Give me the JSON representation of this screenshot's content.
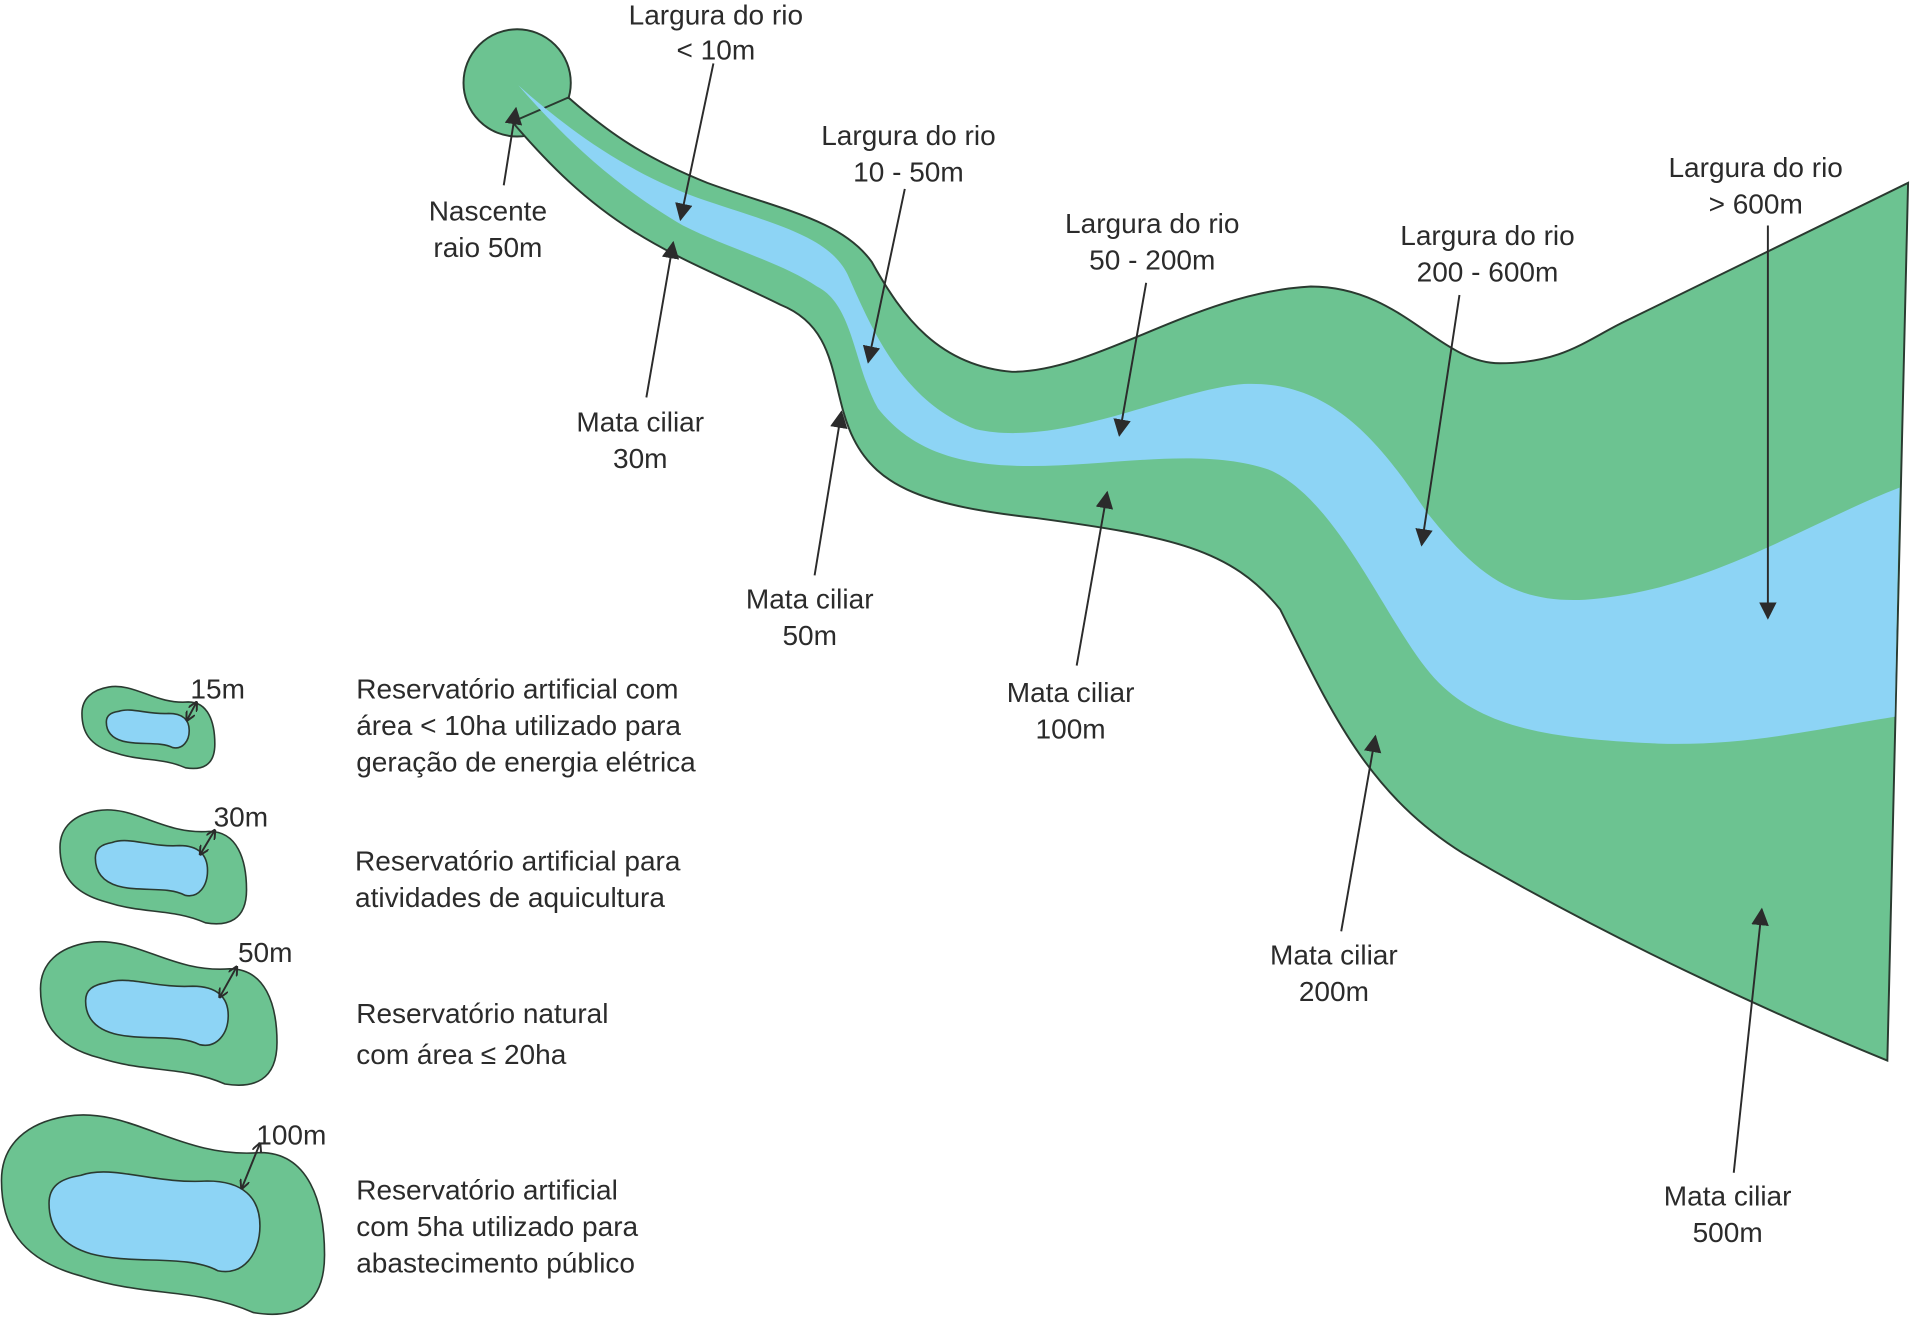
{
  "river_labels": {
    "width_lt10": [
      "Largura do rio",
      "< 10m"
    ],
    "spring": [
      "Nascente",
      "raio 50m"
    ],
    "width_10_50": [
      "Largura do rio",
      "10 - 50m"
    ],
    "buffer_30": [
      "Mata ciliar",
      "30m"
    ],
    "width_50_200": [
      "Largura do rio",
      "50 - 200m"
    ],
    "buffer_50": [
      "Mata ciliar",
      "50m"
    ],
    "width_200_600": [
      "Largura do rio",
      "200 - 600m"
    ],
    "width_gt600": [
      "Largura do rio",
      "> 600m"
    ],
    "buffer_100": [
      "Mata ciliar",
      "100m"
    ],
    "buffer_200": [
      "Mata ciliar",
      "200m"
    ],
    "buffer_500": [
      "Mata ciliar",
      "500m"
    ]
  },
  "reservoirs": [
    {
      "buffer": "15m",
      "description": [
        "Reservatório artificial com",
        "área < 10ha utilizado para",
        "geração de energia elétrica"
      ]
    },
    {
      "buffer": "30m",
      "description": [
        "Reservatório artificial para",
        "atividades de aquicultura"
      ]
    },
    {
      "buffer": "50m",
      "description": [
        "Reservatório natural",
        "com área ≤ 20ha"
      ]
    },
    {
      "buffer": "100m",
      "description": [
        "Reservatório artificial",
        "com 5ha utilizado para",
        "abastecimento público"
      ]
    }
  ],
  "colors": {
    "vegetation": "#6cc391",
    "water": "#8dd4f5",
    "outline": "#2a3a30"
  }
}
